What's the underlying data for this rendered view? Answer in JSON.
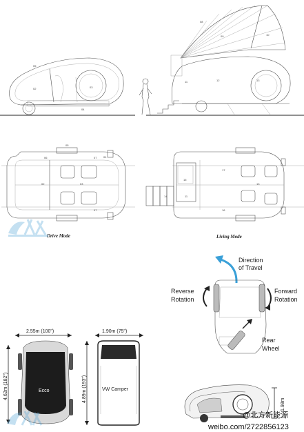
{
  "side_view_drive": {
    "callouts": [
      "05",
      "02",
      "03",
      "04"
    ]
  },
  "side_view_living": {
    "callouts": [
      "08",
      "09",
      "10",
      "11",
      "12",
      "13"
    ]
  },
  "plan_drive": {
    "mode_label": "Drive Mode",
    "callouts": [
      "05",
      "06",
      "01",
      "07",
      "02",
      "03",
      "07"
    ]
  },
  "plan_living": {
    "mode_label": "Living Mode",
    "callouts": [
      "17",
      "15",
      "14",
      "11",
      "13",
      "16"
    ]
  },
  "rotation_diagram": {
    "direction_label_line1": "Direction",
    "direction_label_line2": "of Travel",
    "reverse_label_line1": "Reverse",
    "reverse_label_line2": "Rotation",
    "forward_label_line1": "Forward",
    "forward_label_line2": "Rotation",
    "rear_label_line1": "Rear",
    "rear_label_line2": "Wheel",
    "arrow_color": "#3aa0d8"
  },
  "size_comparison": {
    "ecco_width": "2.55m (100\")",
    "ecco_length": "4.62m (182\")",
    "ecco_name": "Ecco",
    "vw_width": "1.90m (75\")",
    "vw_length": "4.89m (193\")",
    "vw_name": "VW Camper"
  },
  "side_small": {
    "height_label": "1.98m"
  },
  "watermark": {
    "line1": "@北方新能源",
    "line2": "weibo.com/2722856123"
  }
}
